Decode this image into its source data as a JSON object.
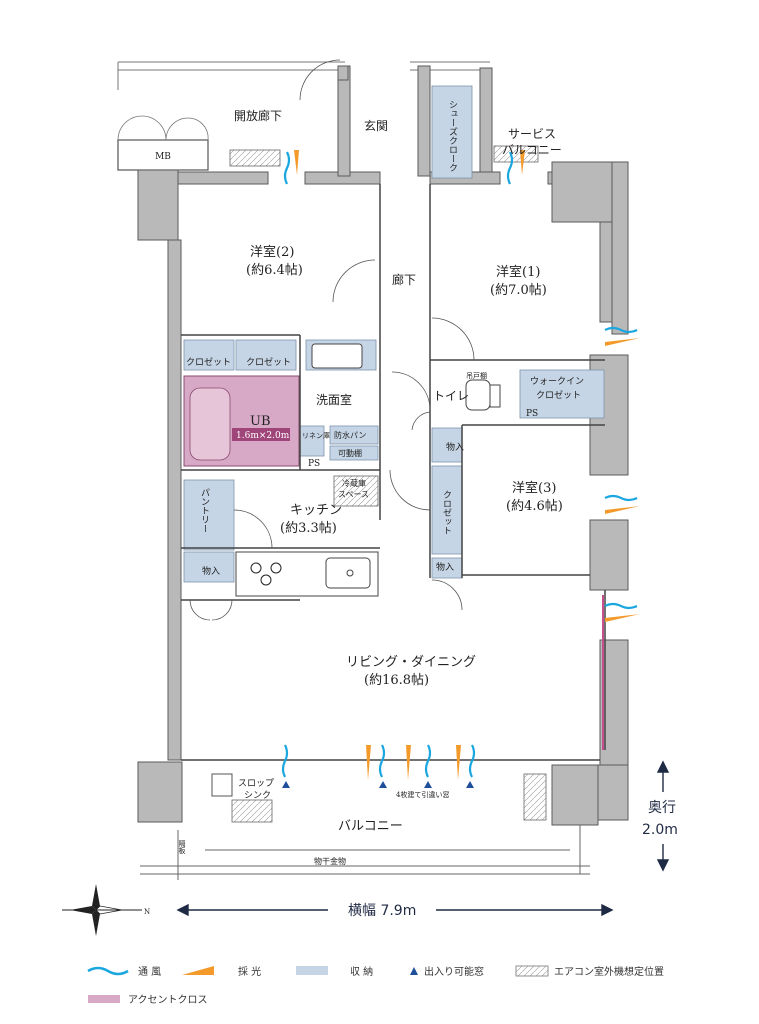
{
  "colors": {
    "wall": "#b9b9b9",
    "wall_edge": "#5a5a5a",
    "storage": "#c6d5e6",
    "accent": "#d7a9c6",
    "wind": "#1aa6df",
    "light": "#f39a2b",
    "dim_line": "#1f2a44",
    "ub_label_bg": "#a0457a"
  },
  "rooms": {
    "corridor_open": "開放廊下",
    "mb": "MB",
    "entrance": "玄関",
    "shoes_closet": "シューズクローク",
    "service_balcony_1": "サービス",
    "service_balcony_2": "バルコニー",
    "western2_name": "洋室(2)",
    "western2_size": "(約6.4帖)",
    "hallway": "廊下",
    "western1_name": "洋室(1)",
    "western1_size": "(約7.0帖)",
    "closet_a": "クロゼット",
    "closet_b": "クロゼット",
    "washroom": "洗面室",
    "toilet": "トイレ",
    "hanging_shelf": "吊戸棚",
    "walkin_1": "ウォークイン",
    "walkin_2": "クロゼット",
    "ps_a": "PS",
    "ub": "UB",
    "ub_size": "1.6m×2.0m",
    "linen": "リネン庫",
    "waterproof_pan": "防水パン",
    "movable_shelf": "可動棚",
    "ps_b": "PS",
    "storage_a": "物入",
    "fridge_1": "冷蔵庫",
    "fridge_2": "スペース",
    "pantry": "パントリー",
    "kitchen_name": "キッチン",
    "kitchen_size": "(約3.3帖)",
    "closet_c": "クロゼット",
    "western3_name": "洋室(3)",
    "western3_size": "(約4.6帖)",
    "storage_b": "物入",
    "storage_c": "物入",
    "living_name": "リビング・ダイニング",
    "living_size": "(約16.8帖)",
    "slop_1": "スロップ",
    "slop_2": "シンク",
    "four_sliding": "4枚建て引違い窓",
    "balcony": "バルコニー",
    "partition": "隔板",
    "clothes_hanger": "物干金物"
  },
  "dimensions": {
    "width_label": "横幅 7.9m",
    "depth_label_1": "奥行",
    "depth_label_2": "2.0m"
  },
  "compass": {
    "north": "N"
  },
  "legend": {
    "wind": "通 風",
    "light": "採 光",
    "storage": "収 納",
    "door_window": "出入り可能窓",
    "ac_unit": "エアコン室外機想定位置",
    "accent_cloth": "アクセントクロス"
  }
}
